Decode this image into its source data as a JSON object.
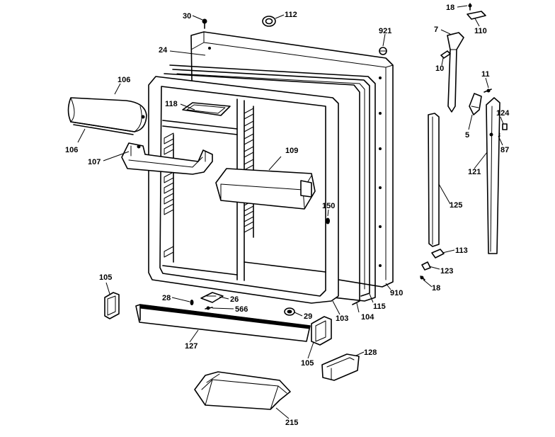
{
  "diagram": {
    "labels": [
      {
        "id": "30",
        "text": "30"
      },
      {
        "id": "112",
        "text": "112"
      },
      {
        "id": "18a",
        "text": "18"
      },
      {
        "id": "110",
        "text": "110"
      },
      {
        "id": "921",
        "text": "921"
      },
      {
        "id": "7",
        "text": "7"
      },
      {
        "id": "24",
        "text": "24"
      },
      {
        "id": "10",
        "text": "10"
      },
      {
        "id": "106a",
        "text": "106"
      },
      {
        "id": "11",
        "text": "11"
      },
      {
        "id": "118",
        "text": "118"
      },
      {
        "id": "124",
        "text": "124"
      },
      {
        "id": "5",
        "text": "5"
      },
      {
        "id": "106b",
        "text": "106"
      },
      {
        "id": "87",
        "text": "87"
      },
      {
        "id": "109",
        "text": "109"
      },
      {
        "id": "107",
        "text": "107"
      },
      {
        "id": "121",
        "text": "121"
      },
      {
        "id": "150",
        "text": "150"
      },
      {
        "id": "125",
        "text": "125"
      },
      {
        "id": "105a",
        "text": "105"
      },
      {
        "id": "113",
        "text": "113"
      },
      {
        "id": "123",
        "text": "123"
      },
      {
        "id": "18b",
        "text": "18"
      },
      {
        "id": "910",
        "text": "910"
      },
      {
        "id": "28",
        "text": "28"
      },
      {
        "id": "26",
        "text": "26"
      },
      {
        "id": "115",
        "text": "115"
      },
      {
        "id": "566",
        "text": "566"
      },
      {
        "id": "104",
        "text": "104"
      },
      {
        "id": "29",
        "text": "29"
      },
      {
        "id": "103",
        "text": "103"
      },
      {
        "id": "127",
        "text": "127"
      },
      {
        "id": "128",
        "text": "128"
      },
      {
        "id": "105b",
        "text": "105"
      },
      {
        "id": "215",
        "text": "215"
      }
    ]
  }
}
